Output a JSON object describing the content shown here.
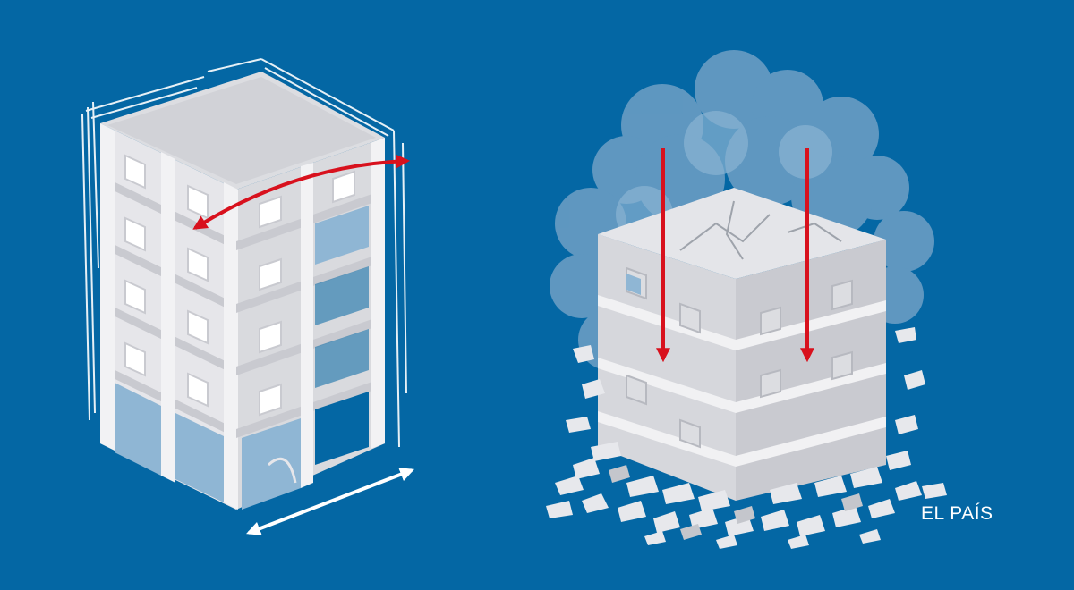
{
  "credit": {
    "text": "EL PAÍS"
  },
  "colors": {
    "background": "#0467a4",
    "concrete_light": "#e9e9ec",
    "concrete_mid": "#d3d4d9",
    "concrete_dark": "#bfc0c6",
    "glass": "#8fb6d4",
    "dust": "#6fa0c6",
    "arrow_red": "#d8111d",
    "arrow_white": "#ffffff"
  },
  "scenes": [
    {
      "name": "swaying-building",
      "arrows": [
        "red-sway-arrow",
        "white-ground-arrow"
      ]
    },
    {
      "name": "collapsing-building",
      "arrows": [
        "red-down-arrow",
        "red-down-arrow"
      ]
    }
  ]
}
